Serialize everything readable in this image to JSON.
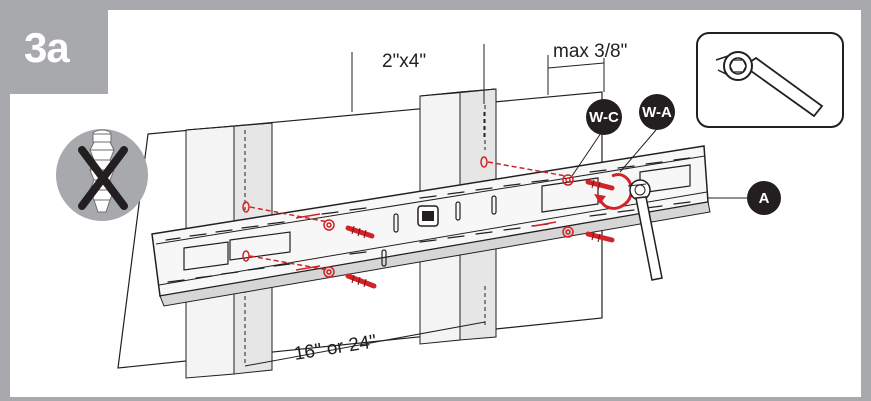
{
  "step": {
    "label": "3a"
  },
  "dimensions": {
    "lumber": "2\"x4\"",
    "max_depth": "max 3/8\"",
    "stud_spacing": "16\" or 24\""
  },
  "callouts": {
    "washer_c": "W-C",
    "washer_a": "W-A",
    "part_a": "A"
  },
  "icons": {
    "no_anchor": "no-drywall-anchor-icon",
    "tool": "socket-wrench-icon"
  },
  "colors": {
    "frame": "#a7a9ac",
    "accent": "#d2232a",
    "callout": "#231f20",
    "line": "#231f20"
  }
}
